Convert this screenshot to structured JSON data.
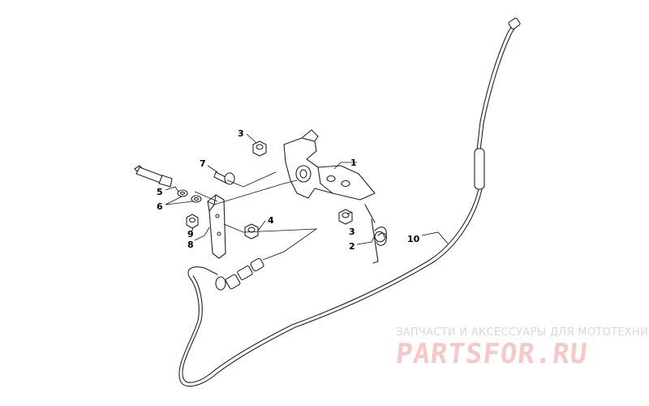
{
  "callouts": [
    {
      "id": "1",
      "text": "1"
    },
    {
      "id": "2",
      "text": "2"
    },
    {
      "id": "3a",
      "text": "3"
    },
    {
      "id": "3b",
      "text": "3"
    },
    {
      "id": "4",
      "text": "4"
    },
    {
      "id": "5",
      "text": "5"
    },
    {
      "id": "6",
      "text": "6"
    },
    {
      "id": "7",
      "text": "7"
    },
    {
      "id": "8",
      "text": "8"
    },
    {
      "id": "9",
      "text": "9"
    },
    {
      "id": "10",
      "text": "10"
    }
  ],
  "watermark": {
    "tagline": "ЗАПЧАСТИ И АКСЕССУАРЫ ДЛЯ МОТОТЕХНИКИ",
    "logo": "PARTSFOR.RU",
    "logo_color": "#f6c9c9",
    "tagline_color": "#d9d9d9"
  }
}
